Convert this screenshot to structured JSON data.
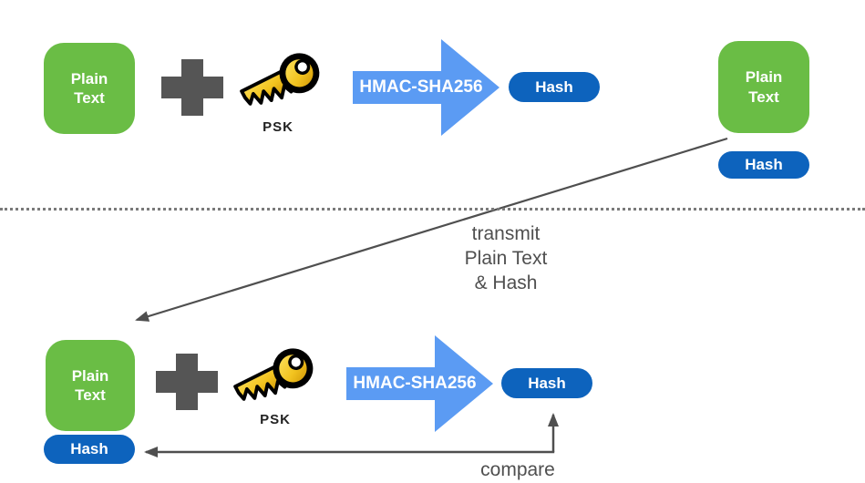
{
  "colors": {
    "box_green": "#6ABD45",
    "arrow_blue": "#5B9BF3",
    "pill_blue": "#0D63BD",
    "plus_gray": "#555555",
    "line_gray": "#4f4f4f"
  },
  "icons": {
    "plus_icon": "thick-cross-shape",
    "key_icon": "gold-cartoon-key",
    "hmac_arrow_icon": "right-block-arrow"
  },
  "top_flow": {
    "plain_text_label": "Plain Text",
    "psk_label": "PSK",
    "hmac_label": "HMAC-SHA256",
    "hash_label": "Hash"
  },
  "transmitted": {
    "plain_text_label": "Plain Text",
    "hash_label": "Hash"
  },
  "transmit_note": {
    "line1": "transmit",
    "line2": "Plain Text",
    "line3": "& Hash"
  },
  "bottom_flow": {
    "plain_text_label": "Plain Text",
    "received_hash_label": "Hash",
    "psk_label": "PSK",
    "hmac_label": "HMAC-SHA256",
    "hash_label": "Hash",
    "compare_label": "compare"
  }
}
